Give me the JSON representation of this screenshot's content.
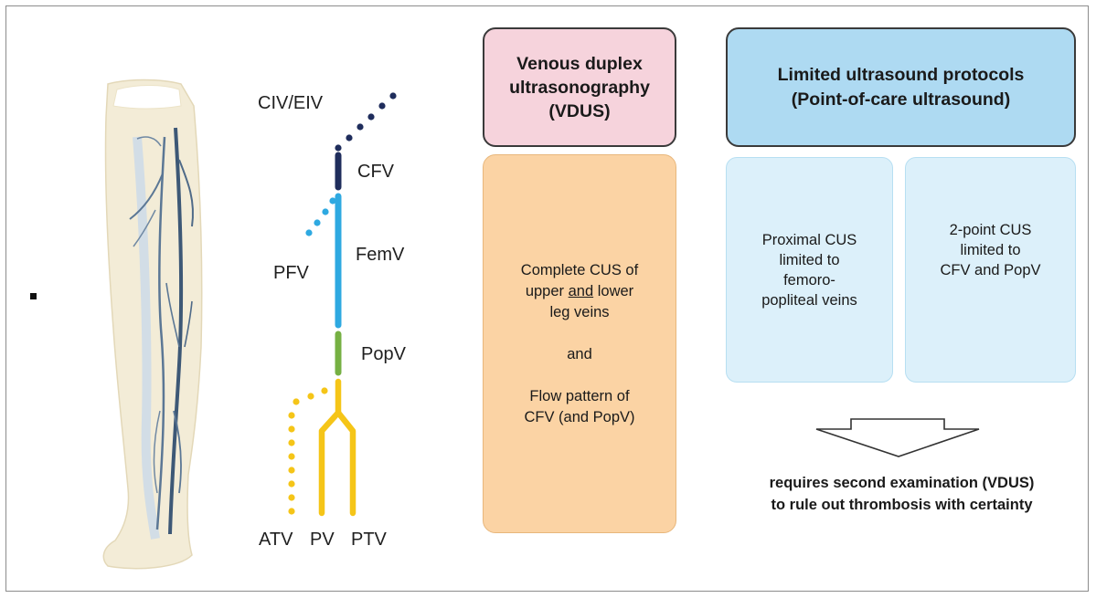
{
  "figure": {
    "vein_labels": {
      "civ_eiv": "CIV/EIV",
      "cfv": "CFV",
      "pfv": "PFV",
      "femv": "FemV",
      "popv": "PopV",
      "atv": "ATV",
      "pv": "PV",
      "ptv": "PTV"
    },
    "vdus": {
      "title_line1": "Venous duplex",
      "title_line2": "ultrasonography",
      "title_line3": "(VDUS)",
      "body_line1": "Complete CUS of",
      "body_line2_pre": "upper ",
      "body_line2_underlined": "and",
      "body_line2_post": " lower",
      "body_line3": "leg veins",
      "body_and": "and",
      "body_line4": "Flow pattern of",
      "body_line5": "CFV (and PopV)"
    },
    "limited": {
      "title_line1": "Limited ultrasound protocols",
      "title_line2": "(Point-of-care ultrasound)",
      "proximal_line1": "Proximal CUS",
      "proximal_line2": "limited to",
      "proximal_line3": "femoro-",
      "proximal_line4": "popliteal veins",
      "twopoint_line1": "2-point CUS",
      "twopoint_line2": "limited to",
      "twopoint_line3": "CFV and PopV"
    },
    "conclusion_line1": "requires second examination (VDUS)",
    "conclusion_line2": "to rule out thrombosis with certainty",
    "colors": {
      "cfv_segment": "#1f2d5c",
      "femv_segment": "#2ea9e1",
      "popv_segment": "#76b043",
      "calf_segment": "#f5c518",
      "vdus_header": "#f6d3dc",
      "vdus_body": "#fbd3a4",
      "limited_header": "#aedaf2",
      "limited_sub": "#dcf0fa"
    }
  }
}
